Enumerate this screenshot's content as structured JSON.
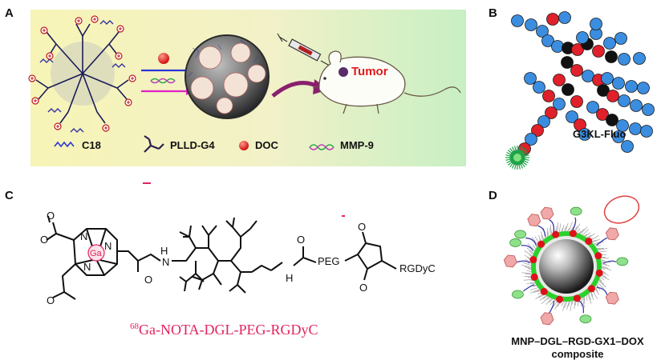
{
  "panels": {
    "a": {
      "label": "A",
      "tumor_label": "Tumor",
      "legend": [
        "C18",
        "PLLD-G4",
        "DOC",
        "MMP-9"
      ],
      "colors": {
        "bg_left": "#f6f3b4",
        "bg_right": "#cdf0c8",
        "arrow_blue": "#2b34d6",
        "arrow_magenta": "#e020c8",
        "arrow_purple": "#8a1f6e",
        "tumor": "#e01a1a"
      }
    },
    "b": {
      "label": "B",
      "caption": "G3KL-Fluo",
      "colors": {
        "blue": "#3b8de0",
        "red": "#e0202a",
        "black": "#111111",
        "fluo": "#1fa34a"
      }
    },
    "c": {
      "label": "C",
      "metal": "Ga",
      "groups": [
        "PEG",
        "RGDyC"
      ],
      "atoms": [
        "O",
        "O",
        "O",
        "O",
        "N",
        "N",
        "N",
        "H",
        "N",
        "H"
      ],
      "caption_superscript": "68",
      "caption_text": "Ga-NOTA-DGL-PEG-RGDyC",
      "colors": {
        "caption": "#e0245e"
      }
    },
    "d": {
      "label": "D",
      "caption_line1": "MNP–DGL–RGD-GX1–DOX",
      "caption_line2": "composite",
      "colors": {
        "shell": "#2bd12b",
        "dox": "#e0101a",
        "peptide_pink": "#f0a8a8",
        "peptide_green": "#8fe08a"
      }
    }
  }
}
